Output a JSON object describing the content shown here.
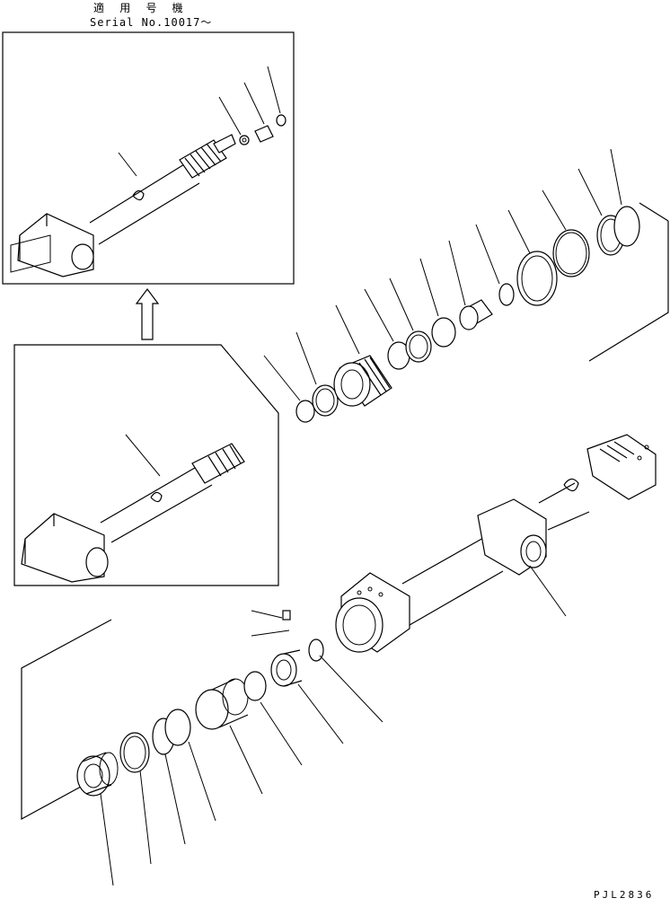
{
  "header": {
    "applicable_model_label": "適 用 号 機",
    "serial_range": "Serial No.10017～"
  },
  "footer": {
    "drawing_code": "PJL2836"
  },
  "diagram": {
    "type": "exploded-parts-diagram",
    "line_color": "#000000",
    "background_color": "#ffffff",
    "icons": [
      "up-arrow-icon"
    ]
  }
}
